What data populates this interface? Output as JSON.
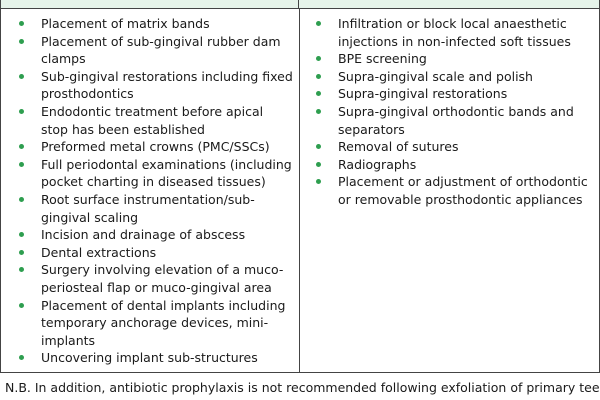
{
  "table": {
    "left_items": [
      "Placement of matrix bands",
      "Placement of sub-gingival rubber dam clamps",
      "Sub-gingival restorations including fixed prosthodontics",
      "Endodontic treatment before apical stop has been established",
      "Preformed metal crowns (PMC/SSCs)",
      "Full periodontal examinations (including pocket charting in diseased tissues)",
      "Root surface instrumentation/sub-gingival scaling",
      "Incision and drainage of abscess",
      "Dental extractions",
      "Surgery involving elevation of a muco-periosteal flap or muco-gingival area",
      "Placement of dental implants including temporary anchorage devices, mini-implants",
      "Uncovering implant sub-structures"
    ],
    "right_items": [
      "Infiltration or block local anaesthetic injections in non-infected soft tissues",
      "BPE screening",
      "Supra-gingival scale and polish",
      "Supra-gingival restorations",
      "Supra-gingival orthodontic bands and separators",
      "Removal of sutures",
      "Radiographs",
      "Placement or adjustment of orthodontic or removable prosthodontic appliances"
    ]
  },
  "footer": {
    "note": "N.B. In addition, antibiotic prophylaxis is not recommended following exfoliation of primary teeth"
  },
  "colors": {
    "bullet": "#2e9e4f",
    "header_fill": "#e6f4ea",
    "border": "#444444"
  }
}
